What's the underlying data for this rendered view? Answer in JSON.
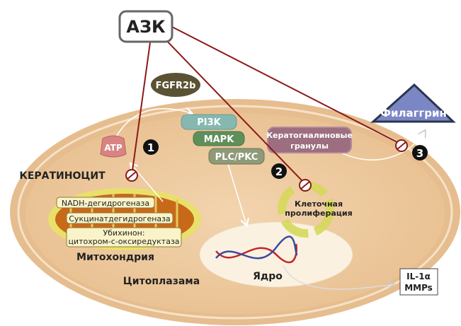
{
  "nodes": {
    "azk": "АЗК",
    "fgfr2b": "FGFR2b",
    "pi3k": "PI3K",
    "mapk": "MAPK",
    "plc_pkc": "PLC/PKC",
    "atp": "ATP",
    "keratinocyte": "КЕРАТИНОЦИТ",
    "keratohyalin_line1": "Кератогиалиновые",
    "keratohyalin_line2": "гранулы",
    "filaggrin": "Филаггрин",
    "proliferation_line1": "Клеточная",
    "proliferation_line2": "пролиферация",
    "nucleus": "Ядро",
    "cytoplasm": "Цитоплазама",
    "mitochondria": "Митохондрия",
    "il1a": "IL-1α",
    "mmps": "MMPs"
  },
  "enzymes": [
    "NADH-дегидрогеназа",
    "Сукцинатдегидрогеназа",
    "Убихинон:",
    "цитохром-с-оксиредуктаза"
  ],
  "markers": [
    "1",
    "2",
    "3"
  ],
  "colors": {
    "inhibition_line": "#8b1a1a",
    "cell": "#f0cfa6",
    "pi3k": "#85b8b0",
    "mapk": "#5f8f5a",
    "plc_pkc": "#8e9a78",
    "fgfr2b": "#5a5233",
    "atp": "#d98484",
    "filaggrin": "#7b86c4",
    "granules": "#9c6e80"
  }
}
